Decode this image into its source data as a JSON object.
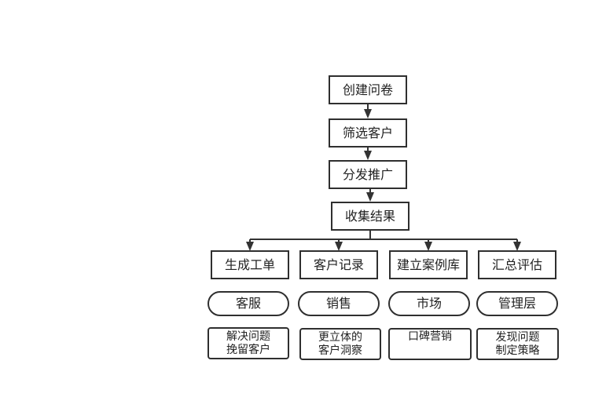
{
  "flow": {
    "steps": [
      "创建问卷",
      "筛选客户",
      "分发推广",
      "收集结果"
    ]
  },
  "branches": [
    {
      "outcome": "生成工单",
      "owner": "客服",
      "benefit": [
        "解决问题",
        "挽留客户"
      ]
    },
    {
      "outcome": "客户记录",
      "owner": "销售",
      "benefit": [
        "更立体的",
        "客户洞察"
      ]
    },
    {
      "outcome": "建立案例库",
      "owner": "市场",
      "benefit": [
        "口碑营销"
      ]
    },
    {
      "outcome": "汇总评估",
      "owner": "管理层",
      "benefit": [
        "发现问题",
        "制定策略"
      ]
    }
  ]
}
